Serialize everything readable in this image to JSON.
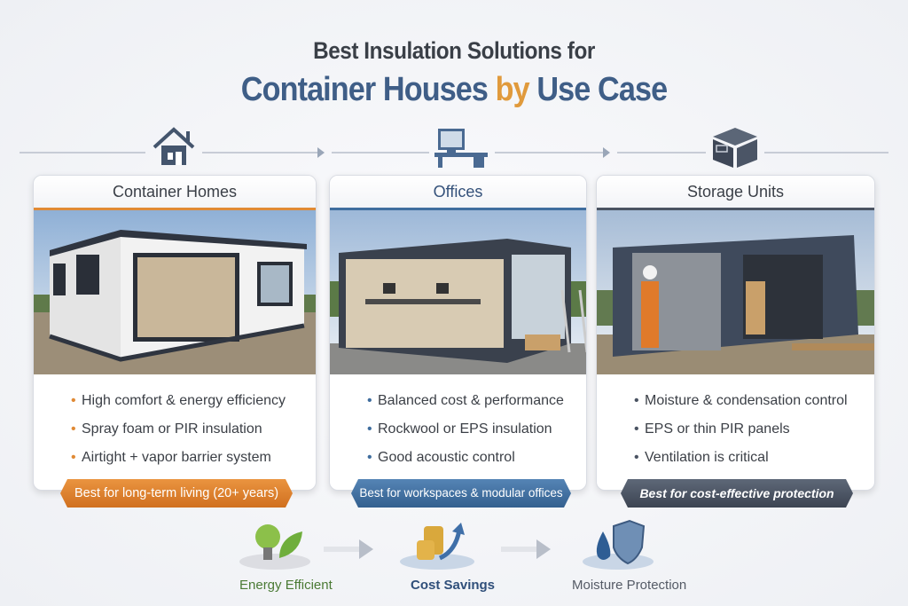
{
  "title": {
    "line1": "Best Insulation Solutions for",
    "line2_a": "Container Houses",
    "line2_b": "by",
    "line2_c": "Use Case"
  },
  "colors": {
    "orange": "#e07f2a",
    "blue": "#3f6d9e",
    "slate": "#4a5362",
    "title_blue": "#3f5e87"
  },
  "cards": [
    {
      "title": "Container Homes",
      "icon": "house-icon",
      "bullets": [
        "High comfort & energy efficiency",
        "Spray foam or PIR insulation",
        "Airtight + vapor barrier system"
      ],
      "badge": "Best for long-term living (20+ years)"
    },
    {
      "title": "Offices",
      "icon": "desk-computer-icon",
      "bullets": [
        "Balanced cost & performance",
        "Rockwool or EPS insulation",
        "Good acoustic control"
      ],
      "badge": "Best for workspaces & modular offices"
    },
    {
      "title": "Storage Units",
      "icon": "box-icon",
      "bullets": [
        "Moisture & condensation control",
        "EPS or thin PIR panels",
        "Ventilation is critical"
      ],
      "badge": "Best for cost-effective protection"
    }
  ],
  "benefits": [
    {
      "label": "Energy Efficient",
      "icon": "lightbulb-leaf-icon"
    },
    {
      "label": "Cost Savings",
      "icon": "coins-arrow-icon"
    },
    {
      "label": "Moisture Protection",
      "icon": "water-shield-icon"
    }
  ]
}
